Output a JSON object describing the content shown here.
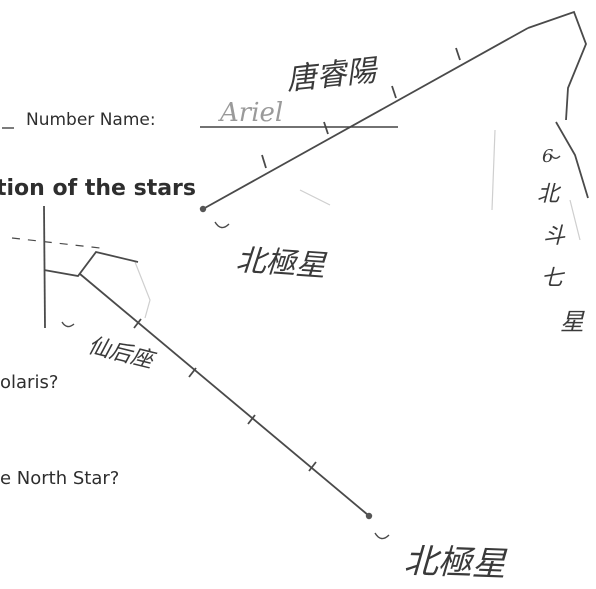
{
  "worksheet": {
    "number_name_label": "Number Name:",
    "name_value": "Ariel",
    "heading_fragment": "tion of the stars",
    "question_polaris_fragment": "olaris?",
    "question_north_star_fragment": "e North Star?"
  },
  "handwriting": {
    "student_chinese_name": "唐睿陽",
    "polaris_label_upper": "北極星",
    "polaris_label_lower": "北極星",
    "cassiopeia_label": "仙后座",
    "big_dipper_number": "6",
    "big_dipper_label": [
      "北",
      "斗",
      "七",
      "星"
    ]
  }
}
